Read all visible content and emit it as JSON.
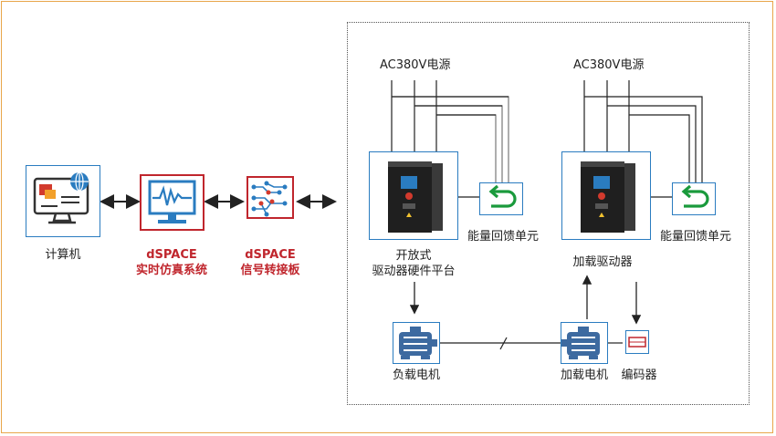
{
  "nodes": {
    "computer": {
      "label": "计算机"
    },
    "dspace_sim": {
      "title": "dSPACE",
      "subtitle": "实时仿真系统"
    },
    "dspace_board": {
      "title": "dSPACE",
      "subtitle": "信号转接板"
    },
    "open_driver": {
      "line1": "开放式",
      "line2": "驱动器硬件平台"
    },
    "load_driver": {
      "label": "加载驱动器"
    },
    "feedback_left": {
      "label": "能量回馈单元"
    },
    "feedback_right": {
      "label": "能量回馈单元"
    },
    "load_motor": {
      "label": "负载电机"
    },
    "drive_motor": {
      "label": "加载电机"
    },
    "encoder": {
      "label": "编码器"
    }
  },
  "power": {
    "left": "AC380V电源",
    "right": "AC380V电源"
  },
  "colors": {
    "border": "#e8a64a",
    "accent_red": "#c0262d",
    "accent_blue": "#2a7cc0",
    "feedback_green": "#1a9a3c",
    "motor_blue": "#3d6aa0"
  }
}
